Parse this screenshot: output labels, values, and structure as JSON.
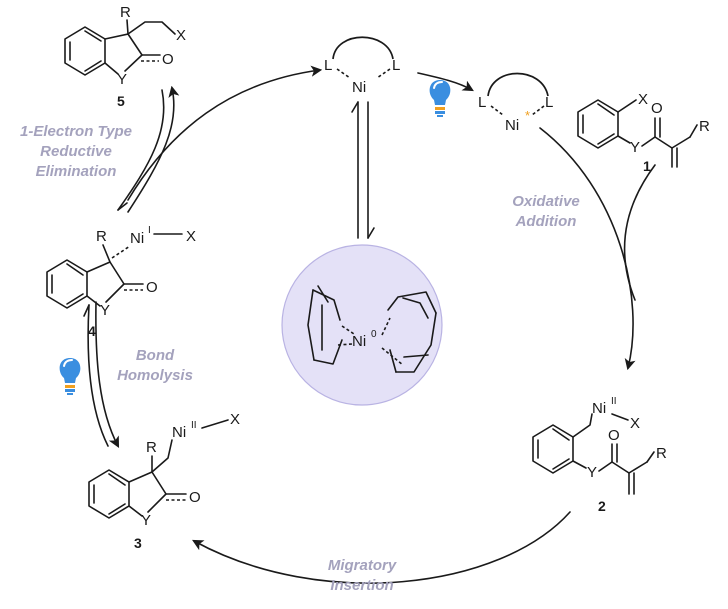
{
  "colors": {
    "step_label": "#a4a2bd",
    "nickel_circle_fill": "#e4e1f7",
    "nickel_circle_stroke": "#b9b3e3",
    "bulb": "#3a8ee0",
    "excited_star": "#f0a020"
  },
  "icons": [
    "lightbulb-icon",
    "lightbulb-icon"
  ],
  "steps": {
    "re_line1": "1-Electron Type",
    "re_line2": "Reductive",
    "re_line3": "Elimination",
    "oa_line1": "Oxidative",
    "oa_line2": "Addition",
    "bh_line1": "Bond",
    "bh_line2": "Homolysis",
    "mi_line1": "Migratory",
    "mi_line2": "Insertion"
  },
  "compounds": {
    "c1": "1",
    "c2": "2",
    "c3": "3",
    "c4": "4",
    "c5": "5"
  },
  "atoms": {
    "L": "L",
    "Ni": "Ni",
    "X": "X",
    "Y": "Y",
    "O": "O",
    "R": "R",
    "star": "*",
    "ox0": "0",
    "oxI": "I",
    "oxII": "II"
  }
}
